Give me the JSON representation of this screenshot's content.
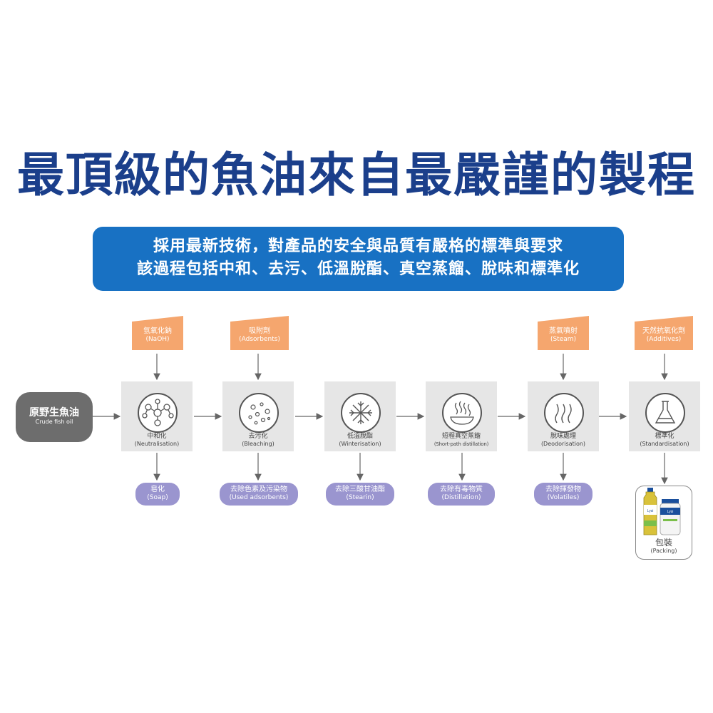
{
  "title": "最頂級的魚油來自最嚴謹的製程",
  "banner": {
    "line1": "採用最新技術，對產品的安全與品質有嚴格的標準與要求",
    "line2": "該過程包括中和、去污、低溫脫酯、真空蒸餾、脫味和標準化"
  },
  "crude": {
    "zh": "原野生魚油",
    "en": "Crude fish oil"
  },
  "inputs": [
    {
      "zh": "氫氧化鈉",
      "en": "(NaOH)"
    },
    {
      "zh": "吸附劑",
      "en": "(Adsorbents)"
    },
    {
      "zh": "蒸氣噴射",
      "en": "(Steam)"
    },
    {
      "zh": "天然抗氧化劑",
      "en": "(Additives)"
    }
  ],
  "steps": [
    {
      "zh": "中和化",
      "en": "(Neutralisation)",
      "icon": "molecule-icon"
    },
    {
      "zh": "去污化",
      "en": "(Bleaching)",
      "icon": "bubbles-icon"
    },
    {
      "zh": "低溫脫酯",
      "en": "(Winterisation)",
      "icon": "snowflake-icon"
    },
    {
      "zh": "短程真空蒸餾",
      "en": "(Short-path distillation)",
      "icon": "steam-bowl-icon"
    },
    {
      "zh": "脫味處理",
      "en": "(Deodorisation)",
      "icon": "odor-waves-icon"
    },
    {
      "zh": "標準化",
      "en": "(Standardisation)",
      "icon": "flask-icon"
    }
  ],
  "outputs": [
    {
      "zh": "皂化",
      "en": "(Soap)"
    },
    {
      "zh": "去除色素及污染物",
      "en": "(Used adsorbents)"
    },
    {
      "zh": "去除三酸甘油酯",
      "en": "(Stearin)"
    },
    {
      "zh": "去除有毒物質",
      "en": "(Distillation)"
    },
    {
      "zh": "去除揮發物",
      "en": "(Volatiles)"
    }
  ],
  "packing": {
    "zh": "包裝",
    "en": "(Packing)",
    "brand": "Lysi"
  },
  "colors": {
    "title": "#1b3f8b",
    "banner": "#1871c3",
    "input": "#f5a66e",
    "output": "#9a95cf",
    "card": "#e6e6e6",
    "crude": "#6d6d6d"
  }
}
